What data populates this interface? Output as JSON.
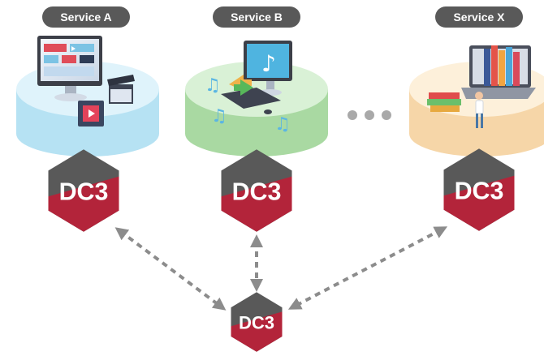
{
  "services": [
    {
      "label": "Service A",
      "color_top": "#dff3fb",
      "color_side": "#b6e2f3"
    },
    {
      "label": "Service B",
      "color_top": "#d9f1d6",
      "color_side": "#a9d9a2"
    },
    {
      "label": "Service X",
      "color_top": "#fdf0da",
      "color_side": "#f6d6a8"
    }
  ],
  "logo_text": "DC3",
  "colors": {
    "badge_red": "#b3243a",
    "badge_gray": "#595959",
    "arrow": "#8c8c8c",
    "pill": "#595959"
  }
}
